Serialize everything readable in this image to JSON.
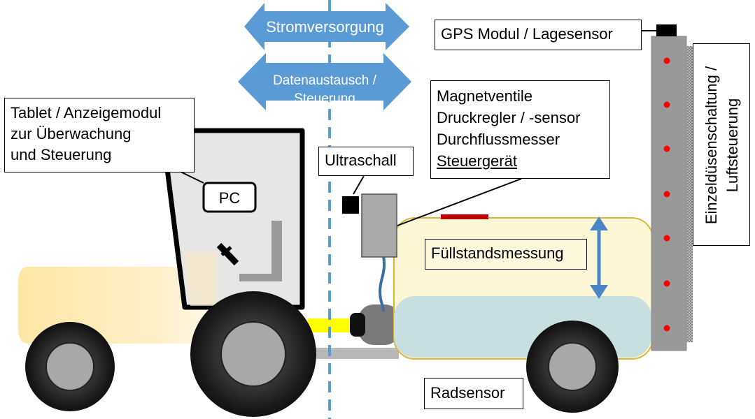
{
  "arrows": {
    "power": "Stromversorgung",
    "data_line1": "Datenaustausch /",
    "data_line2": "Steuerung"
  },
  "labels": {
    "gps": "GPS Modul / Lagesensor",
    "tablet": [
      "Tablet / Anzeigemodul",
      "zur Überwachung",
      "und Steuerung"
    ],
    "pc": "PC",
    "ultrasound": "Ultraschall",
    "valves": [
      "Magnetventile",
      "Druckregler / -sensor",
      "Durchflussmesser"
    ],
    "controller": "Steuergerät",
    "fill_level": "Füllstandsmessung",
    "wheel_sensor": "Radsensor",
    "boom": [
      "Einzeldüsenschaltung /",
      "Luftsteuerung"
    ]
  },
  "colors": {
    "arrow_blue": "#5b9bd5",
    "tank_fill": "#fdf7d6",
    "liquid": "#c7dfe0",
    "sensor_dot": "#ff0000",
    "boom": "#999999",
    "pto_shaft": "#ffff00"
  }
}
